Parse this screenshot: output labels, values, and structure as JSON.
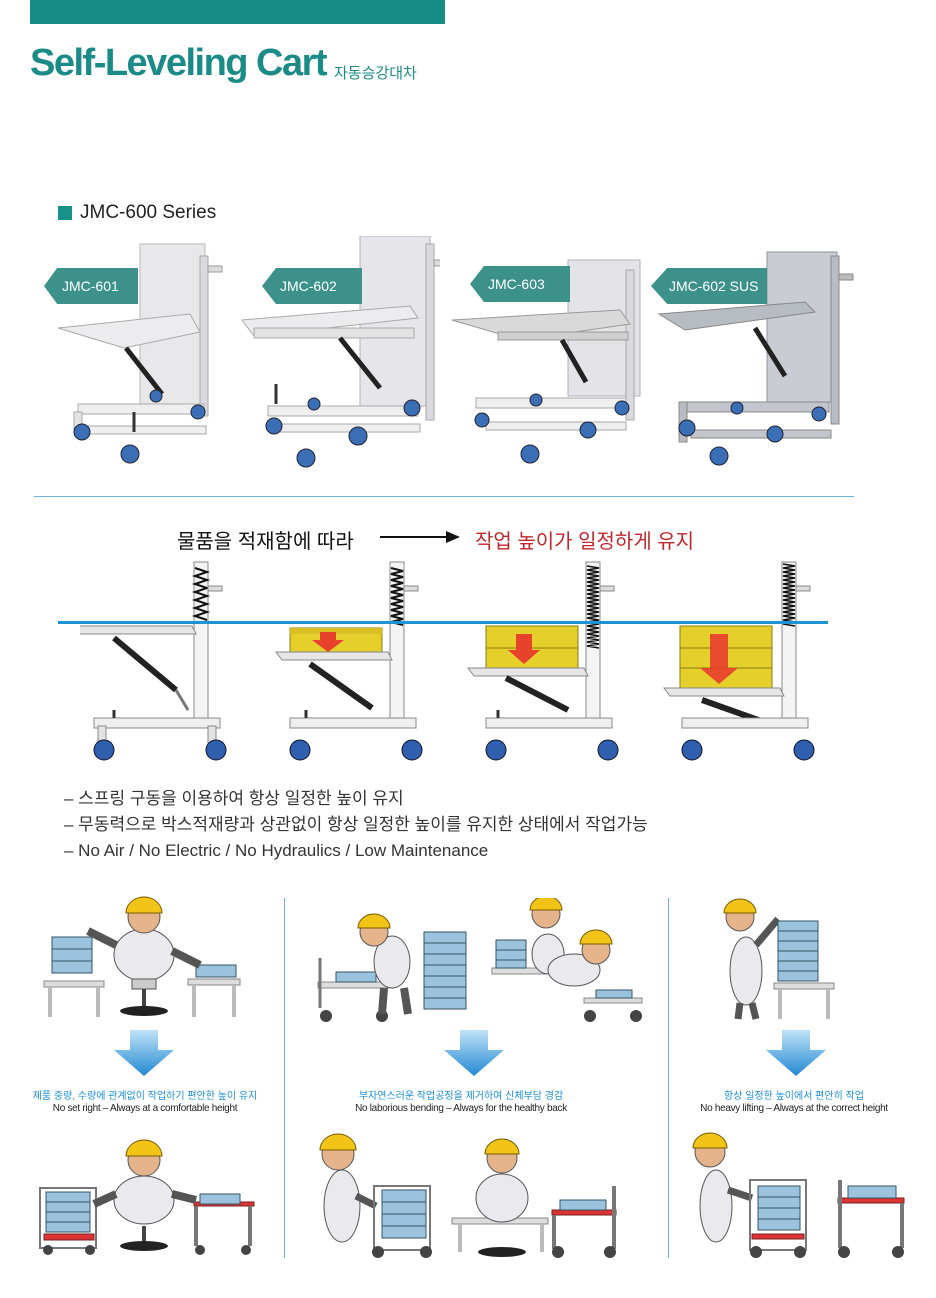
{
  "header": {
    "title": "Self-Leveling Cart",
    "subtitle_ko": "자동승강대차"
  },
  "series": {
    "label": "JMC-600 Series",
    "models": [
      {
        "name": "JMC-601"
      },
      {
        "name": "JMC-602"
      },
      {
        "name": "JMC-603"
      },
      {
        "name": "JMC-602 SUS"
      }
    ]
  },
  "flow": {
    "left_text": "물품을 적재함에 따라",
    "right_text": "작업 높이가 일정하게 유지"
  },
  "bullets": [
    "– 스프링 구동을 이용하여 항상 일정한 높이 유지",
    "– 무동력으로 박스적재량과 상관없이 항상 일정한 높이를 유지한 상태에서 작업가능",
    "– No Air / No Electric / No Hydraulics / Low Maintenance"
  ],
  "benefits": [
    {
      "ko": "제품 중량, 수량에 관계없이 작업하기 편안한 높이 유지",
      "en": "No set right – Always at a comfortable height"
    },
    {
      "ko": "부자연스러운 작업공정을 제거하여 신체부담 경감",
      "en": "No laborious bending – Always for the healthy back"
    },
    {
      "ko": "항상 일정한 높이에서 편안히 작업",
      "en": "No heavy lifting – Always at the correct height"
    }
  ],
  "colors": {
    "brand_teal": "#1a8b86",
    "level_line": "#1d93d0",
    "accent_red": "#c2272d",
    "caption_blue": "#1b8fd6"
  }
}
